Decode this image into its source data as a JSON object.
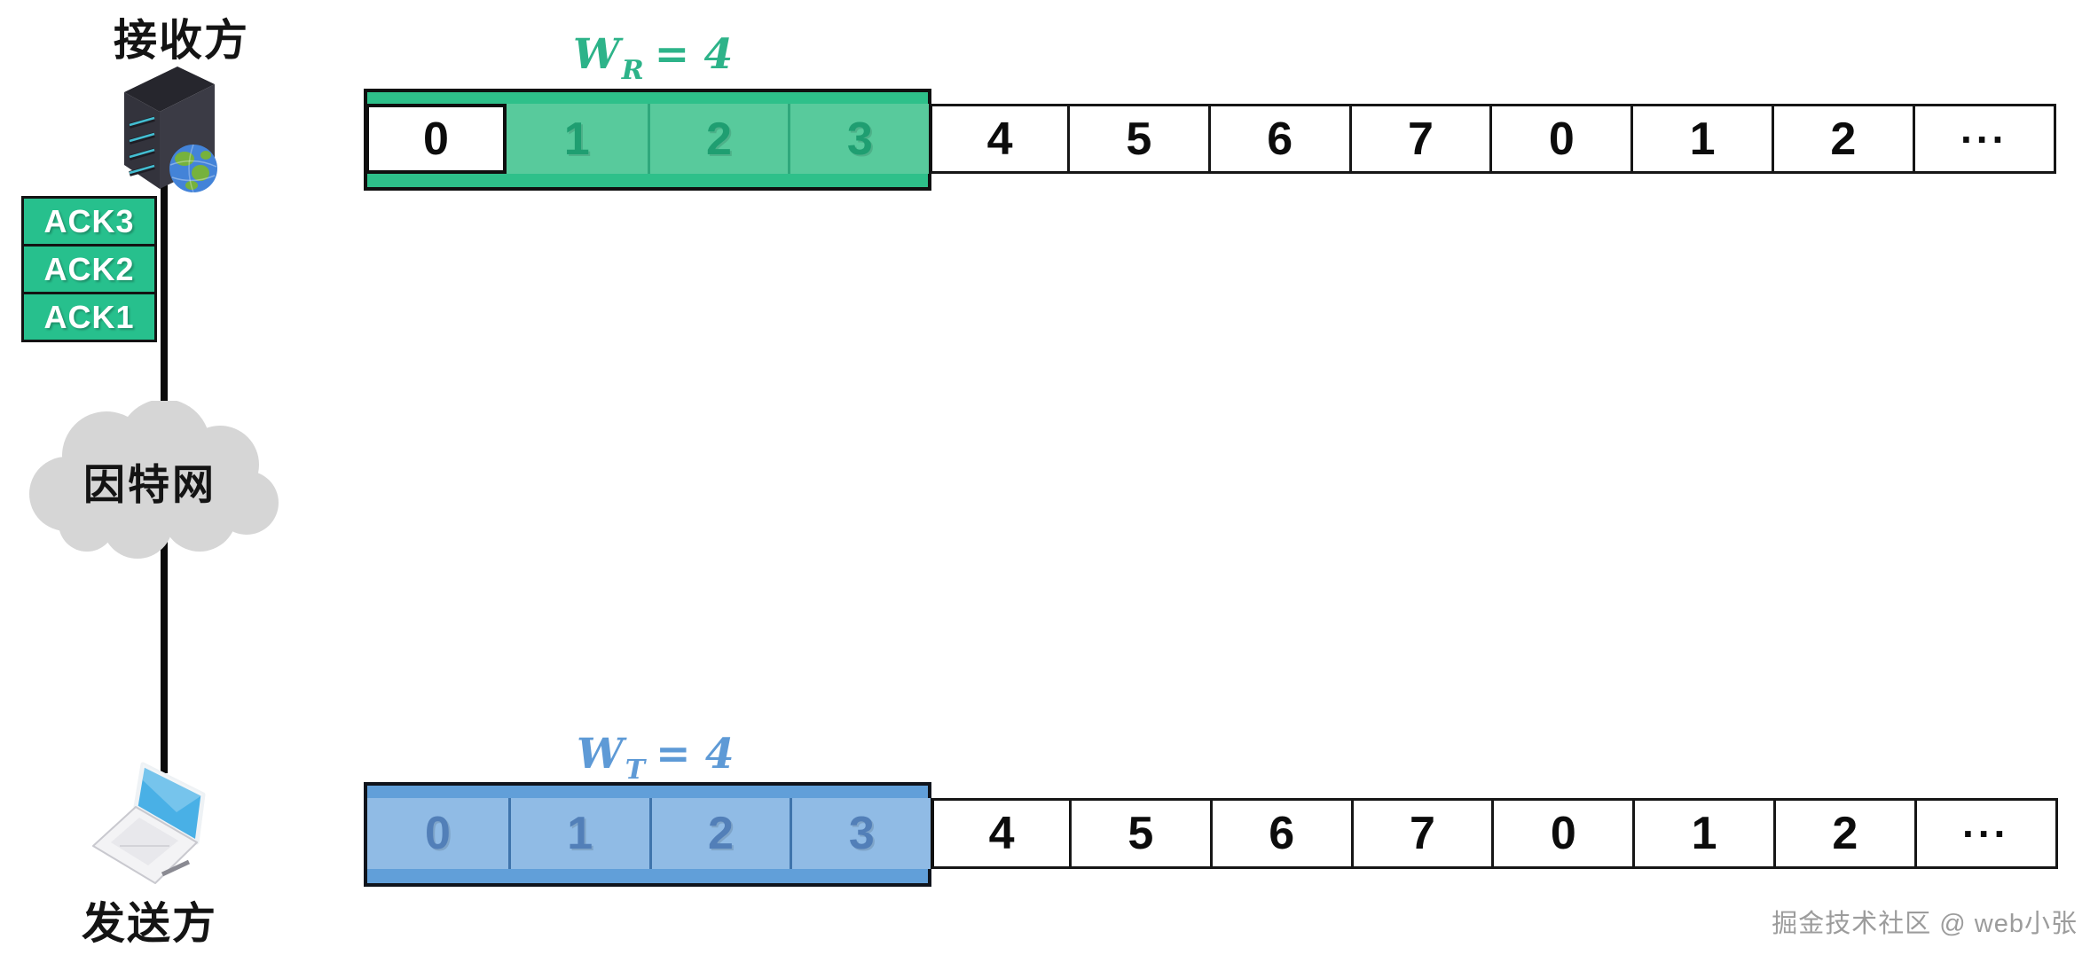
{
  "receiver": {
    "title": "接收方",
    "acks": [
      "ACK3",
      "ACK2",
      "ACK1"
    ],
    "window_label": {
      "base": "W",
      "sub": "R",
      "rest": "= 4"
    },
    "cells": [
      "0",
      "1",
      "2",
      "3",
      "4",
      "5",
      "6",
      "7",
      "0",
      "1",
      "2",
      "..."
    ]
  },
  "network": {
    "cloud_label": "因特网"
  },
  "sender": {
    "title": "发送方",
    "window_label": {
      "base": "W",
      "sub": "T",
      "rest": "= 4"
    },
    "cells": [
      "0",
      "1",
      "2",
      "3",
      "4",
      "5",
      "6",
      "7",
      "0",
      "1",
      "2",
      "..."
    ]
  },
  "watermark": "掘金技术社区 @ web小张",
  "icons": {
    "receiver": "server-icon",
    "sender": "laptop-icon",
    "network": "cloud-shape"
  },
  "colors": {
    "window_green": "#2ec08a",
    "cell_green": "#58ca9c",
    "green_number": "#1f9e71",
    "label_green": "#2db389",
    "window_blue": "#619fd9",
    "cell_blue": "#90bbe5",
    "blue_number": "#527fb8",
    "label_blue": "#5e9ad6",
    "ack_green": "#27c08d",
    "line_black": "#0a0a0a",
    "cloud_gray": "#d6d6d6",
    "watermark_gray": "#9c9c9c"
  }
}
